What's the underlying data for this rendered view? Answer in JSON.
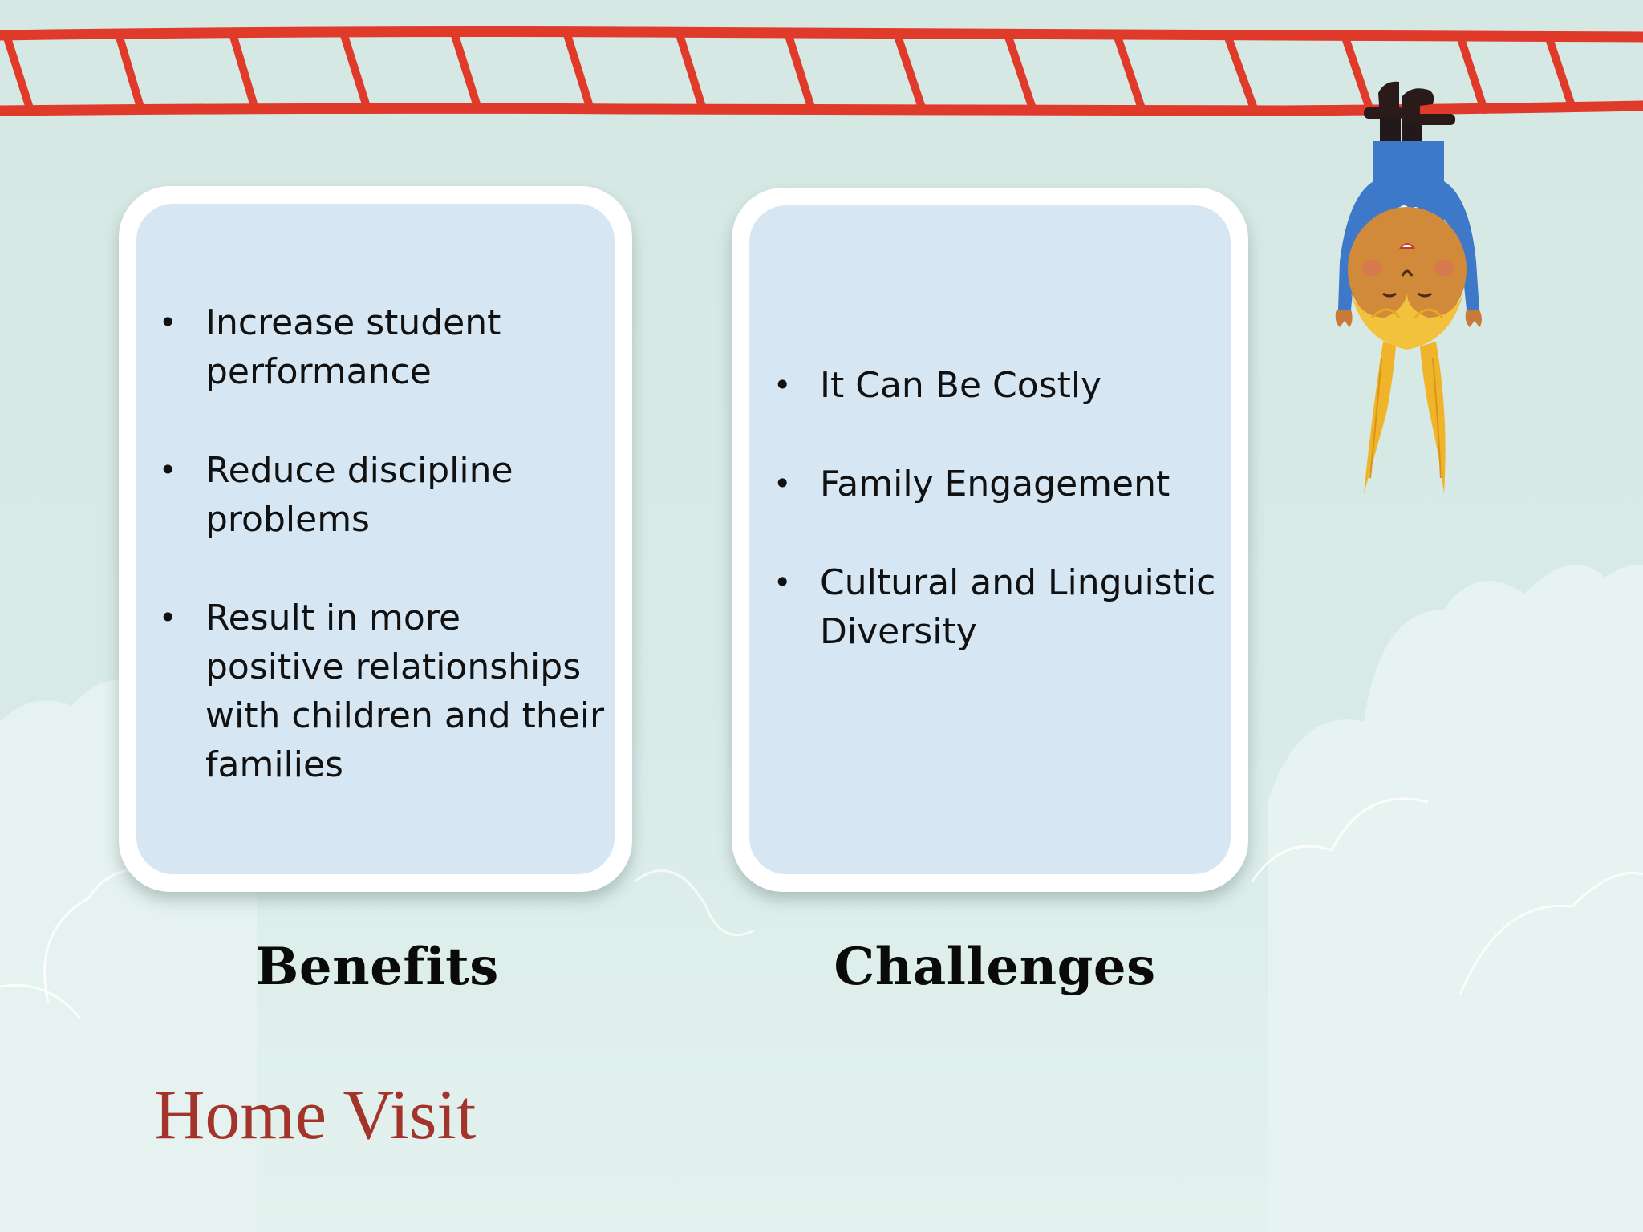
{
  "slide": {
    "title": "Home Visit"
  },
  "benefits": {
    "label": "Benefits",
    "items": [
      "Increase student performance",
      "Reduce discipline problems",
      "Result in more positive relationships with children and their families"
    ]
  },
  "challenges": {
    "label": "Challenges",
    "items": [
      "It Can Be Costly",
      "Family Engagement",
      "Cultural and Linguistic Diversity"
    ]
  },
  "colors": {
    "background": "#d8eae6",
    "ladder": "#e03a2a",
    "card_fill": "#d6e7f3",
    "card_border": "#ffffff",
    "title": "#a3342b"
  },
  "decorations": [
    "ladder-icon",
    "cloud-icon",
    "hanging-child-icon"
  ]
}
